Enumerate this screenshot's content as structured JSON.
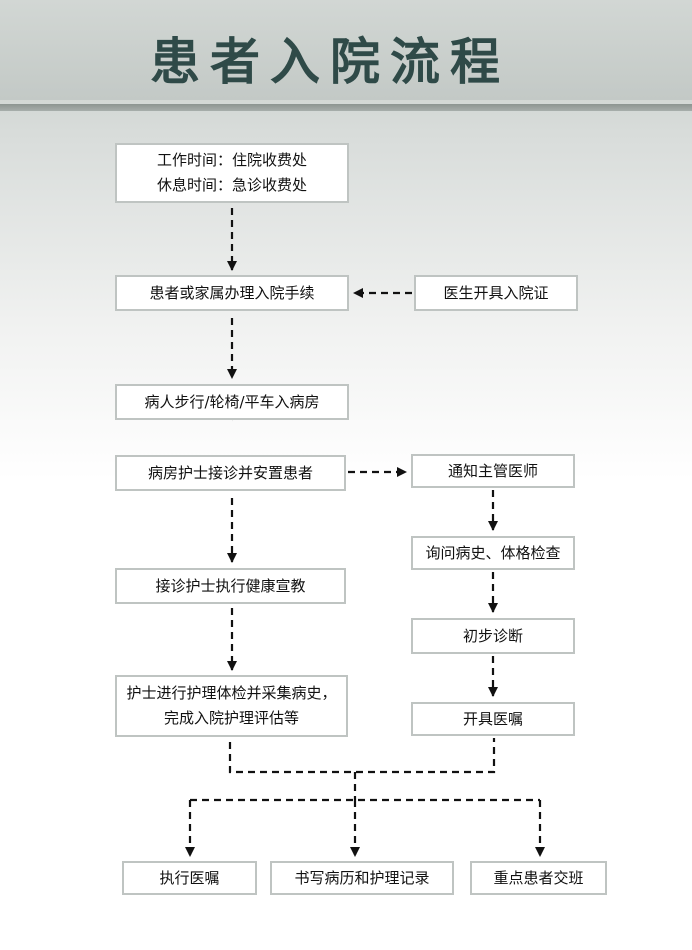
{
  "title": "患者入院流程",
  "boxes": {
    "hours_line1": "工作时间：住院收费处",
    "hours_line2": "休息时间：急诊收费处",
    "admission_procedures": "患者或家属办理入院手续",
    "doctor_certificate": "医生开具入院证",
    "transport": "病人步行/轮椅/平车入病房",
    "nurse_receive": "病房护士接诊并安置患者",
    "notify_doctor": "通知主管医师",
    "health_education": "接诊护士执行健康宣教",
    "inquire_history": "询问病史、体格检查",
    "nurse_exam_line1": "护士进行护理体检并采集病史，",
    "nurse_exam_line2": "完成入院护理评估等",
    "initial_diagnosis": "初步诊断",
    "issue_orders": "开具医嘱",
    "execute_orders": "执行医嘱",
    "write_records": "书写病历和护理记录",
    "key_handover": "重点患者交班"
  },
  "colors": {
    "title_text": "#2f4a48",
    "box_border": "#bfc4c2",
    "arrow": "#111111"
  }
}
